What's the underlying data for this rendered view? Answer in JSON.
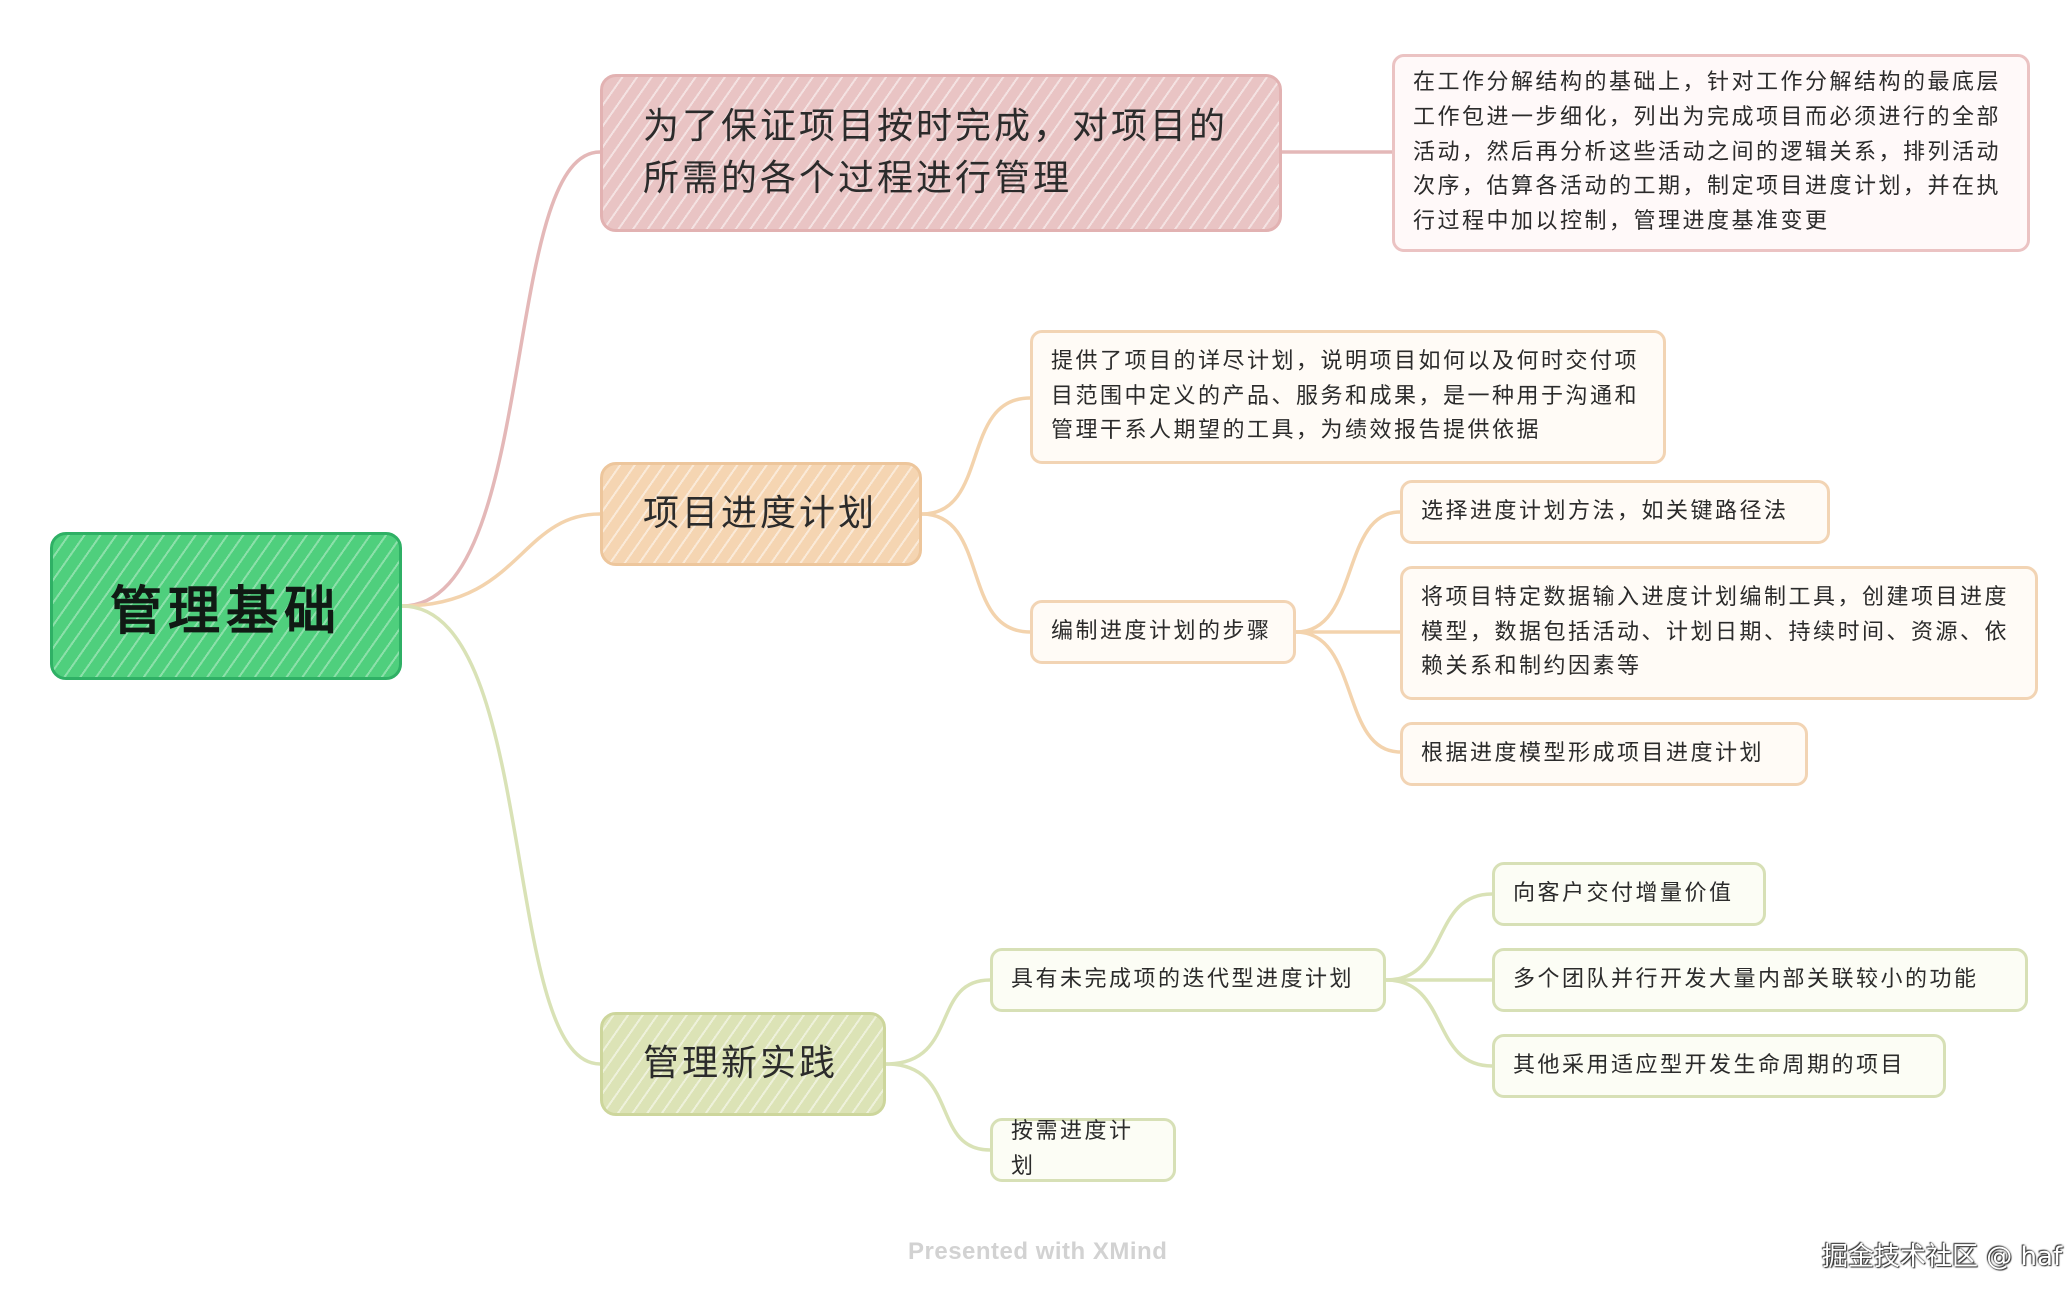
{
  "root": {
    "label": "管理基础"
  },
  "branch1": {
    "label_lines": [
      "为了保证项目按时完成，对项目的",
      "所需的各个过程进行管理"
    ],
    "note": "在工作分解结构的基础上，针对工作分解结构的最底层工作包进一步细化，列出为完成项目而必须进行的全部活动，然后再分析这些活动之间的逻辑关系，排列活动次序，估算各活动的工期，制定项目进度计划，并在执行过程中加以控制，管理进度基准变更"
  },
  "branch2": {
    "label": "项目进度计划",
    "description": "提供了项目的详尽计划，说明项目如何以及何时交付项目范围中定义的产品、服务和成果，是一种用于沟通和管理干系人期望的工具，为绩效报告提供依据",
    "steps_label": "编制进度计划的步骤",
    "steps": [
      "选择进度计划方法，如关键路径法",
      "将项目特定数据输入进度计划编制工具，创建项目进度模型，数据包括活动、计划日期、持续时间、资源、依赖关系和制约因素等",
      "根据进度模型形成项目进度计划"
    ]
  },
  "branch3": {
    "label": "管理新实践",
    "iterative_label": "具有未完成项的迭代型进度计划",
    "iterative_items": [
      "向客户交付增量价值",
      "多个团队并行开发大量内部关联较小的功能",
      "其他采用适应型开发生命周期的项目"
    ],
    "on_demand_label": "按需进度计划"
  },
  "footer": "Presented with XMind",
  "watermark": "掘金技术社区 @ haf",
  "colors": {
    "root": "#4fcf7d",
    "branch1": "#e9c4c4",
    "branch2": "#f5d5b2",
    "branch3": "#dce3b6",
    "link1": "#e4b8b8",
    "link2": "#f3d3ad",
    "link3": "#d9e2b6"
  }
}
